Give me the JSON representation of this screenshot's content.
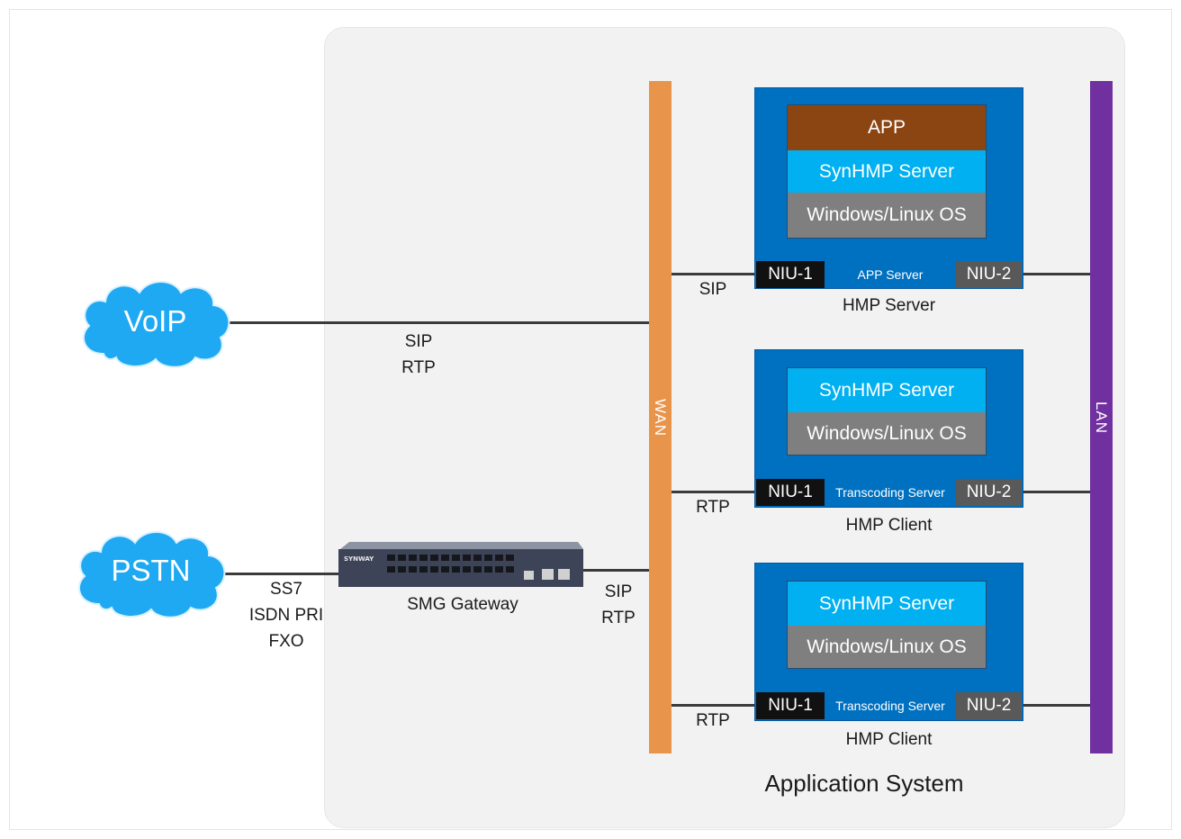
{
  "clouds": {
    "voip": "VoIP",
    "pstn": "PSTN"
  },
  "links": {
    "voip_wan": [
      "SIP",
      "RTP"
    ],
    "pstn_gw": [
      "SS7",
      "ISDN PRI",
      "FXO"
    ],
    "gw_wan": [
      "SIP",
      "RTP"
    ],
    "wan_hmp_server": "SIP",
    "wan_client1": "RTP",
    "wan_client2": "RTP"
  },
  "gateway": {
    "caption": "SMG Gateway",
    "brand": "SYNWAY"
  },
  "buses": {
    "wan": "WAN",
    "lan": "LAN"
  },
  "servers": [
    {
      "layers": [
        "APP",
        "SynHMP Server",
        "Windows/Linux OS"
      ],
      "niu1": "NIU-1",
      "role": "APP Server",
      "niu2": "NIU-2",
      "caption": "HMP Server"
    },
    {
      "layers": [
        "SynHMP Server",
        "Windows/Linux OS"
      ],
      "niu1": "NIU-1",
      "role": "Transcoding Server",
      "niu2": "NIU-2",
      "caption": "HMP Client"
    },
    {
      "layers": [
        "SynHMP Server",
        "Windows/Linux OS"
      ],
      "niu1": "NIU-1",
      "role": "Transcoding Server",
      "niu2": "NIU-2",
      "caption": "HMP Client"
    }
  ],
  "system_label": "Application System",
  "colors": {
    "wan": "#e8944a",
    "lan": "#7030a0",
    "server_box": "#0070c0",
    "cloud": "#1fa9f2",
    "app_layer": "#8b4513",
    "synhmp_layer": "#00b0f0",
    "os_layer": "#7f7f7f"
  }
}
